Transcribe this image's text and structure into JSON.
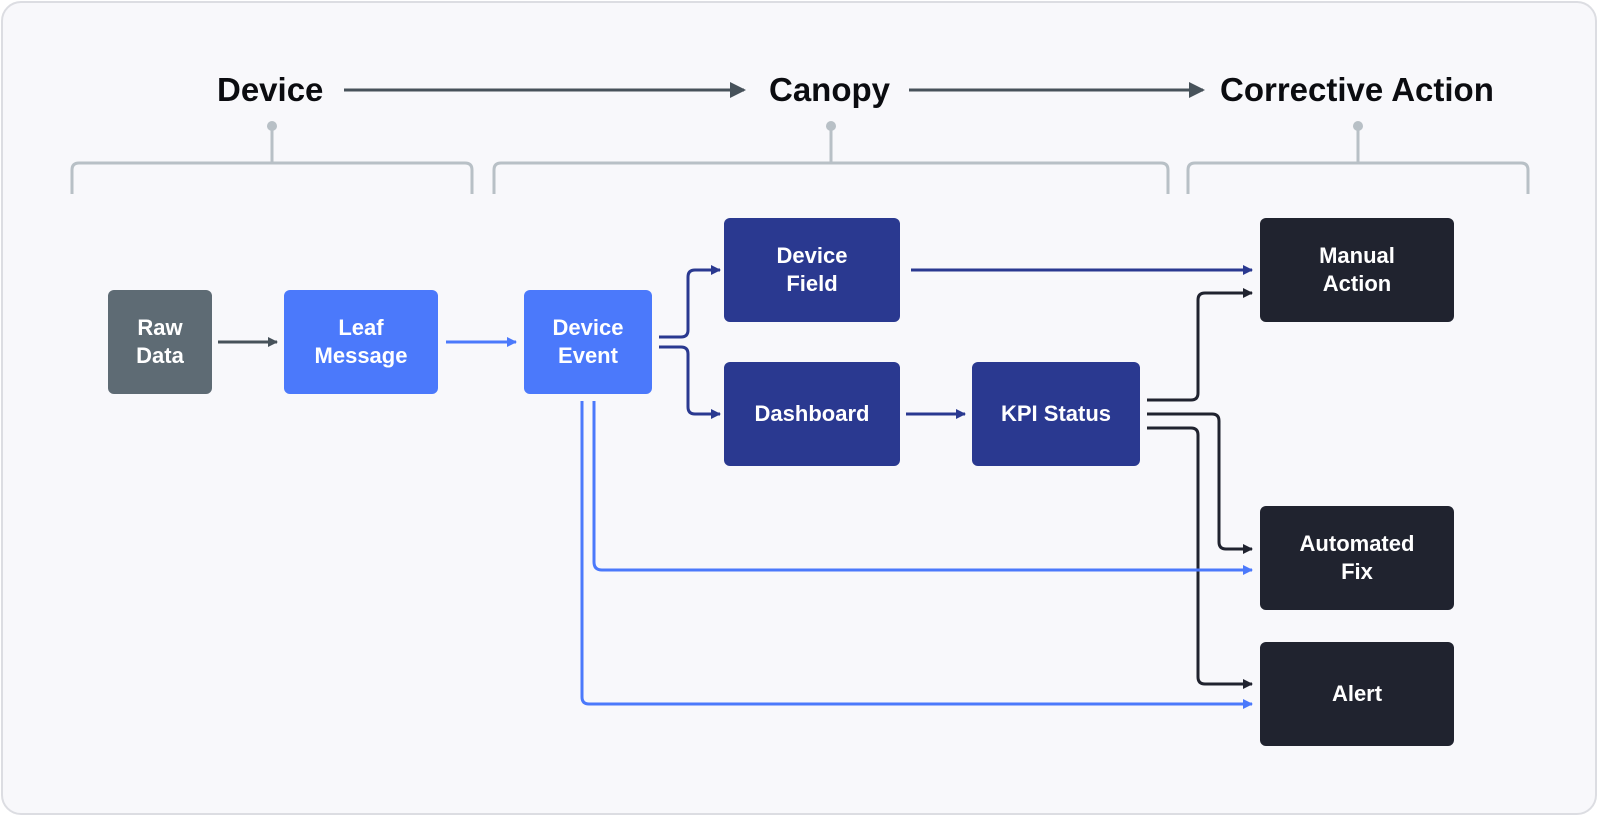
{
  "stages": {
    "device": "Device",
    "canopy": "Canopy",
    "corrective": "Corrective Action"
  },
  "nodes": {
    "raw_data": "Raw\nData",
    "leaf_message": "Leaf\nMessage",
    "device_event": "Device\nEvent",
    "device_field": "Device\nField",
    "dashboard": "Dashboard",
    "kpi_status": "KPI Status",
    "manual_action": "Manual\nAction",
    "automated_fix": "Automated\nFix",
    "alert": "Alert"
  },
  "colors": {
    "background": "#f8f8fb",
    "raw_data": "#5e6b74",
    "leaf_message": "#4b79fb",
    "canopy_nodes": "#2a3990",
    "action_nodes": "#20232f",
    "bracket": "#b8c0c6",
    "arrow_gray": "#47525a",
    "arrow_blue": "#4b79fb",
    "arrow_navy": "#2a3990",
    "arrow_dark": "#20232f"
  }
}
